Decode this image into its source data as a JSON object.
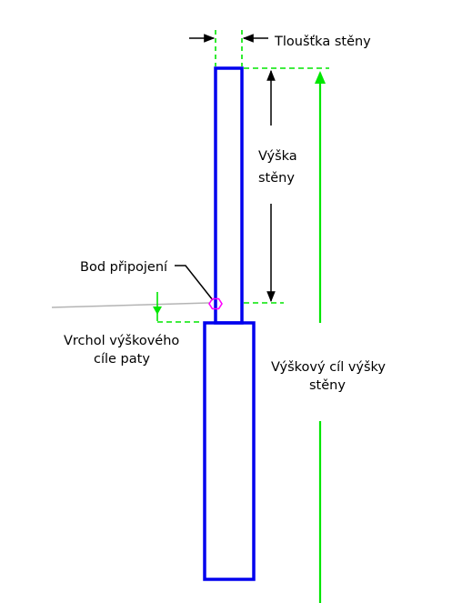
{
  "labels": {
    "wall_thickness": "Tloušťka stěny",
    "wall_height_line1": "Výška",
    "wall_height_line2": "stěny",
    "attachment_point": "Bod připojení",
    "footing_top_line1": "Vrchol výškového",
    "footing_top_line2": "cíle paty",
    "height_target_line1": "Výškový cíl výšky",
    "height_target_line2": "stěny"
  },
  "colors": {
    "wall_outline": "#0000ee",
    "dimension_guides": "#00e600",
    "arrows": "#000000",
    "attachment_marker": "#ff00ff",
    "reference_line": "#b4b4b4",
    "text": "#000000"
  }
}
